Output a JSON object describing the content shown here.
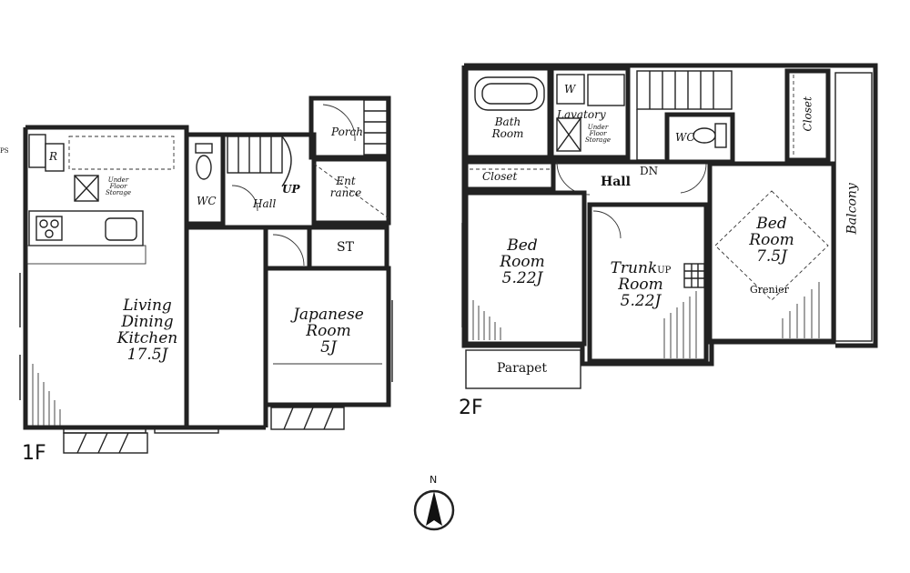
{
  "first_floor": {
    "floor_label": "1F",
    "ps_label": "PS",
    "fridge_label": "R",
    "under_floor_storage": "Under Floor Storage",
    "wc_label": "WC",
    "hall_label": "Hall",
    "up_label": "UP",
    "porch_label": "Porch",
    "entrance_label": "Ent rance",
    "st_label": "ST",
    "living": {
      "line1": "Living",
      "line2": "Dining",
      "line3": "Kitchen",
      "size": "17.5J"
    },
    "japanese": {
      "line1": "Japanese",
      "line2": "Room",
      "size": "5J"
    }
  },
  "second_floor": {
    "floor_label": "2F",
    "bath_label": "Bath Room",
    "washer_label": "W",
    "lavatory_label": "Lavatory",
    "under_floor_storage": "Under Floor Storage",
    "wc_label": "WC",
    "closet_left_label": "Closet",
    "closet_right_label": "Closet",
    "hall_label": "Hall",
    "dn_label": "DN",
    "balcony_label": "Balcony",
    "parapet_label": "Parapet",
    "bed_left": {
      "line1": "Bed",
      "line2": "Room",
      "size": "5.22J"
    },
    "trunk": {
      "line1": "Trunk",
      "up": "UP",
      "line2": "Room",
      "size": "5.22J"
    },
    "bed_right": {
      "line1": "Bed",
      "line2": "Room",
      "size": "7.5J",
      "extra": "Grenier"
    }
  },
  "compass": {
    "label": "N"
  }
}
